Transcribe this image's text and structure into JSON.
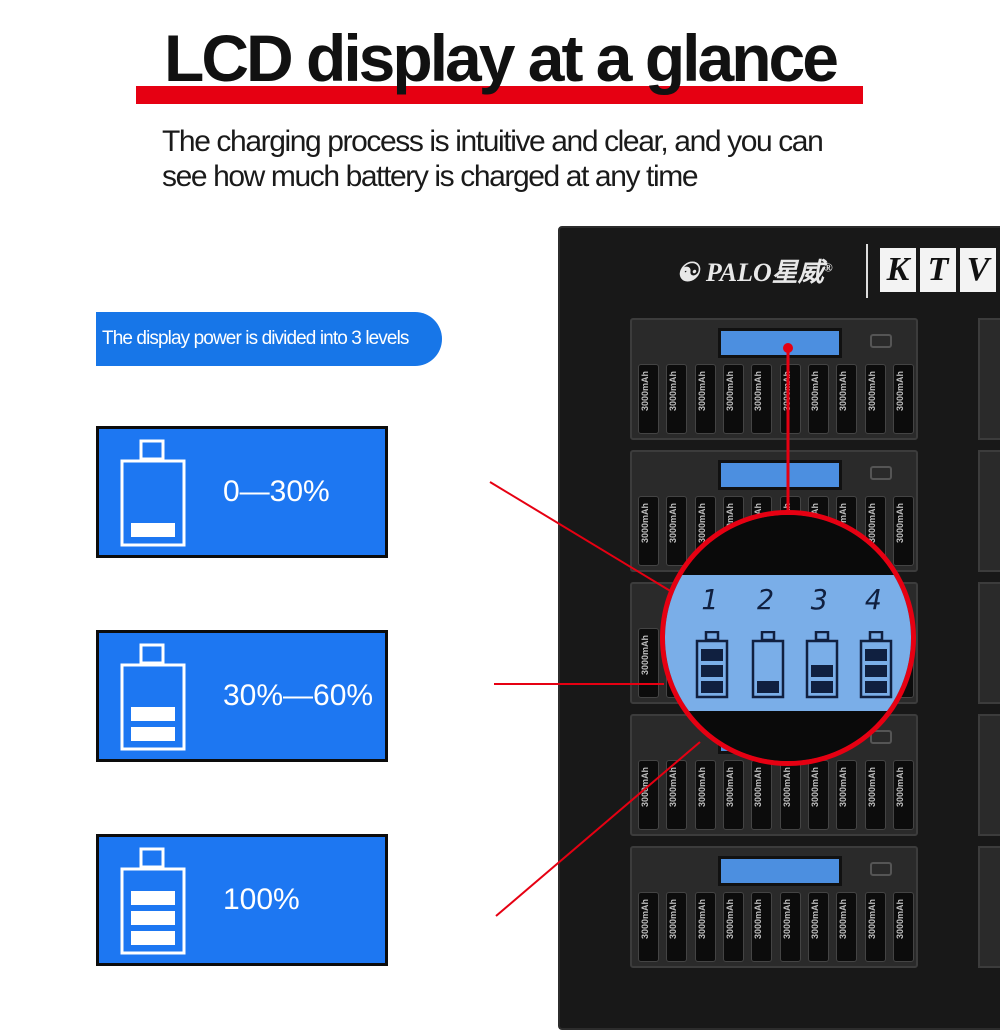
{
  "heading": {
    "title": "LCD display at a glance",
    "subtitle_line1": "The charging process is intuitive and clear, and you can",
    "subtitle_line2": "see how much battery is charged at any time"
  },
  "pill": {
    "text": "The display power is divided into 3 levels"
  },
  "levels": [
    {
      "label": "0—30%",
      "bars": 1
    },
    {
      "label": "30%—60%",
      "bars": 2
    },
    {
      "label": "100%",
      "bars": 3
    }
  ],
  "charger": {
    "brand": "PALO星威",
    "brand_mark": "®",
    "series_letters": [
      "K",
      "T",
      "V"
    ],
    "cell_label": "3000mAh"
  },
  "magnifier": {
    "slot_numbers": [
      "1",
      "2",
      "3",
      "4"
    ],
    "slot_bars": [
      3,
      1,
      2,
      3
    ]
  },
  "colors": {
    "accent_red": "#e60012",
    "box_blue": "#1d77f2",
    "pill_blue": "#1776e8",
    "lcd_blue": "#7aaee8"
  }
}
